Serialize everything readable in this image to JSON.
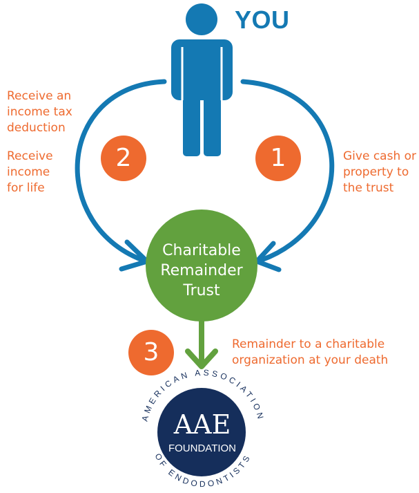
{
  "you_label": "YOU",
  "steps": [
    {
      "number": "1",
      "text": [
        "Give cash or",
        "property to",
        "the trust"
      ]
    },
    {
      "number": "2",
      "text_top": [
        "Receive an",
        "income tax",
        "deduction"
      ],
      "text_bottom": [
        "Receive",
        "income",
        "for life"
      ]
    },
    {
      "number": "3",
      "text": [
        "Remainder to a charitable",
        "organization at your death"
      ]
    }
  ],
  "trust_label": [
    "Charitable",
    "Remainder",
    "Trust"
  ],
  "logo": {
    "ring_text_top": "AMERICAN ASSOCIATION",
    "ring_text_bottom": "OF ENDODONTISTS",
    "monogram": "AAE",
    "foundation": "FOUNDATION"
  },
  "colors": {
    "blue": "#1479b3",
    "orange": "#ee6a2f",
    "green": "#62a13e",
    "navy": "#152e5b"
  }
}
